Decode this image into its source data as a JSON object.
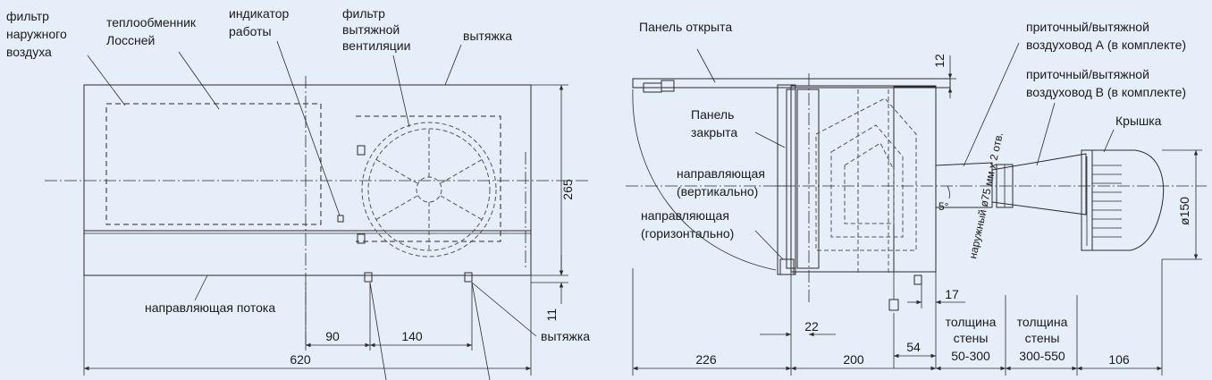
{
  "left_view": {
    "labels": {
      "outdoor_filter": [
        "фильтр",
        "наружного",
        "воздуха"
      ],
      "heat_exchanger": [
        "теплообменник",
        "Лоссней"
      ],
      "indicator": [
        "индикатор",
        "работы"
      ],
      "exhaust_filter": [
        "фильтр",
        "вытяжной",
        "вентиляции"
      ],
      "exhaust_top": "вытяжка",
      "flow_guide": "направляющая потока",
      "exhaust_bottom": "вытяжка"
    },
    "dims": {
      "height": "265",
      "bottom_gap": "11",
      "d90": "90",
      "d140": "140",
      "width": "620"
    }
  },
  "right_view": {
    "labels": {
      "panel_open": "Панель открыта",
      "panel_closed": [
        "Панель",
        "закрыта"
      ],
      "guide_vertical": [
        "направляющая",
        "(вертикально)"
      ],
      "guide_horizontal": [
        "направляющая",
        "(горизонтально)"
      ],
      "duct_a": [
        "приточный/вытяжной",
        "воздуховод А (в комплекте)"
      ],
      "duct_b": [
        "приточный/вытяжной",
        "воздуховод В  (в комплекте)"
      ],
      "cover": "Крышка",
      "holes": "наружный ø75 мм x 2 отв.",
      "angle": "5°"
    },
    "dims": {
      "d12": "12",
      "dia150": "ø150",
      "d17": "17",
      "d22": "22",
      "d54": "54",
      "d226": "226",
      "d200": "200",
      "d106": "106",
      "wall1": [
        "толщина",
        "стены",
        "50-300"
      ],
      "wall2": [
        "толщина",
        "стены",
        "300-550"
      ]
    }
  }
}
